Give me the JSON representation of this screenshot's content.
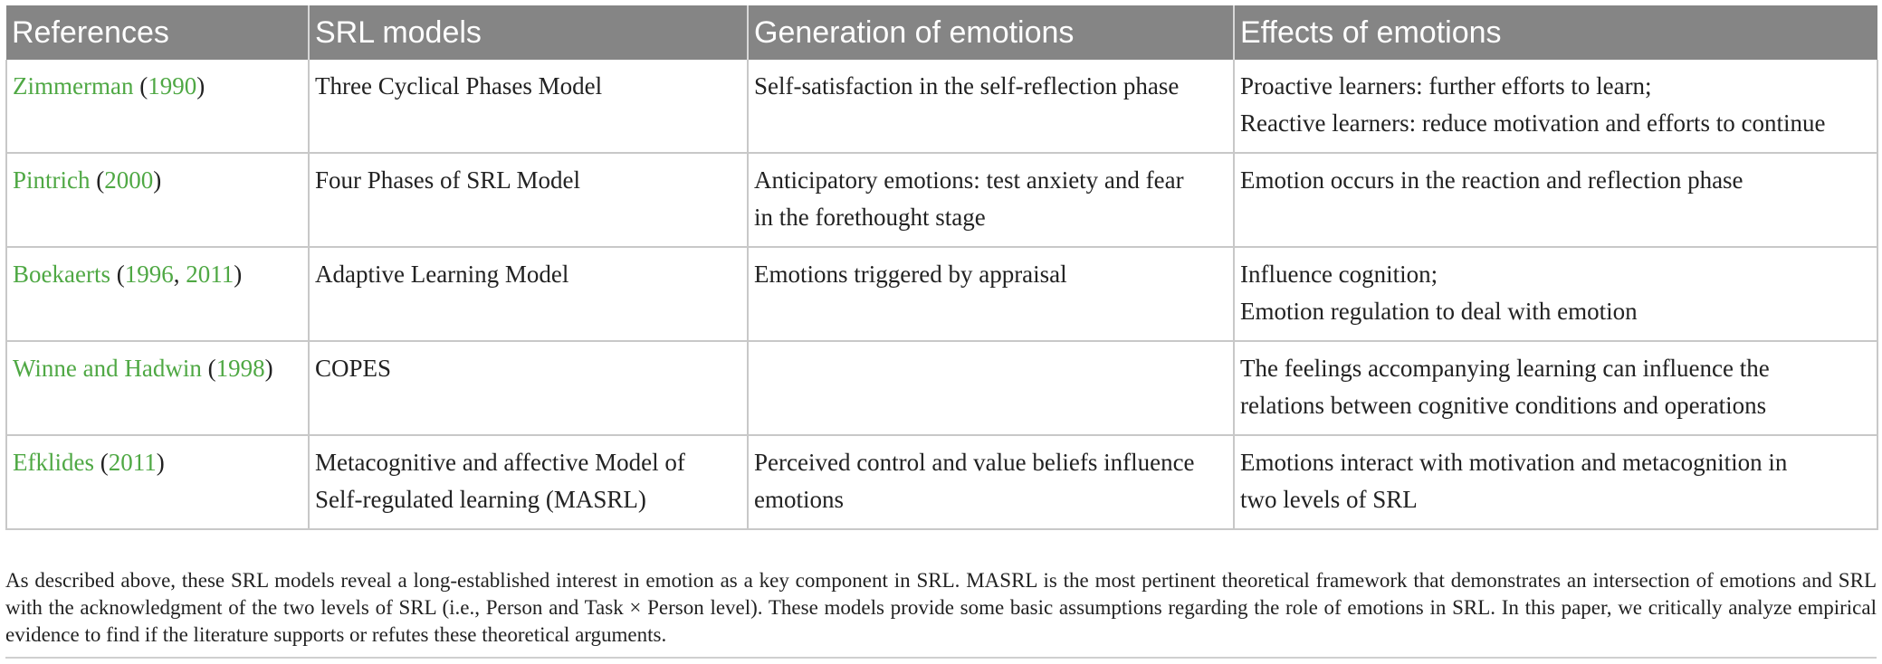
{
  "table": {
    "headers": [
      "References",
      "SRL models",
      "Generation of emotions",
      "Effects of emotions"
    ],
    "rows": [
      {
        "ref_author": "Zimmerman",
        "ref_open": " (",
        "ref_year1": "1990",
        "ref_sep": "",
        "ref_year2": "",
        "ref_close": ")",
        "model": [
          "Three Cyclical Phases Model"
        ],
        "generation": [
          "Self-satisfaction in the self-reflection phase"
        ],
        "effects": [
          "Proactive learners: further efforts to learn;",
          "Reactive learners: reduce motivation and efforts to continue"
        ]
      },
      {
        "ref_author": "Pintrich",
        "ref_open": " (",
        "ref_year1": "2000",
        "ref_sep": "",
        "ref_year2": "",
        "ref_close": ")",
        "model": [
          "Four Phases of SRL Model"
        ],
        "generation": [
          "Anticipatory emotions: test anxiety and fear",
          "in the forethought stage"
        ],
        "effects": [
          "Emotion occurs in the reaction and reflection phase"
        ]
      },
      {
        "ref_author": "Boekaerts",
        "ref_open": " (",
        "ref_year1": "1996",
        "ref_sep": ", ",
        "ref_year2": "2011",
        "ref_close": ")",
        "model": [
          "Adaptive Learning Model"
        ],
        "generation": [
          "Emotions triggered by appraisal"
        ],
        "effects": [
          "Influence cognition;",
          "Emotion regulation to deal with emotion"
        ]
      },
      {
        "ref_author": "Winne and Hadwin",
        "ref_open": " (",
        "ref_year1": "1998",
        "ref_sep": "",
        "ref_year2": "",
        "ref_close": ")",
        "model": [
          "COPES"
        ],
        "generation": [],
        "effects": [
          "The feelings accompanying learning can influence the",
          "relations between cognitive conditions and operations"
        ]
      },
      {
        "ref_author": "Efklides",
        "ref_open": " (",
        "ref_year1": "2011",
        "ref_sep": "",
        "ref_year2": "",
        "ref_close": ")",
        "model": [
          "Metacognitive and affective Model of",
          "Self-regulated learning (MASRL)"
        ],
        "generation": [
          "Perceived control and value beliefs influence",
          "emotions"
        ],
        "effects": [
          "Emotions interact with motivation and metacognition in",
          "two levels of SRL"
        ]
      }
    ]
  },
  "paragraph": "As described above, these SRL models reveal a long-established interest in emotion as a key component in SRL. MASRL is the most pertinent theoretical framework that demonstrates an intersection of emotions and SRL with the acknowledgment of the two levels of SRL (i.e., Person and Task × Person level). These models provide some basic assumptions regarding the role of emotions in SRL. In this paper, we critically analyze empirical evidence to find if the literature supports or refutes these theoretical arguments.",
  "colors": {
    "header_bg": "#858585",
    "header_text": "#ffffff",
    "link": "#4fa844",
    "border": "#c8c8c8",
    "text": "#222222"
  }
}
